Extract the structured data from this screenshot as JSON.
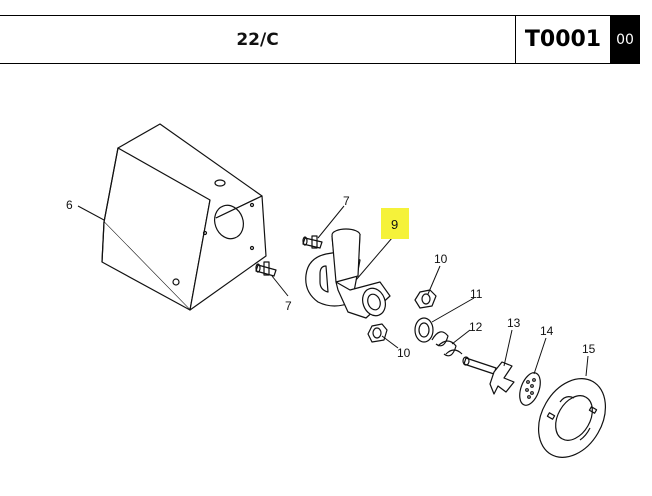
{
  "header": {
    "model": "22/C",
    "code": "T0001",
    "revision": "00"
  },
  "diagram": {
    "callouts": {
      "c6": "6",
      "c7a": "7",
      "c7b": "7",
      "c9": "9",
      "c10a": "10",
      "c10b": "10",
      "c11": "11",
      "c12": "12",
      "c13": "13",
      "c14": "14",
      "c15": "15"
    },
    "highlight_color": "#f5f23a"
  }
}
